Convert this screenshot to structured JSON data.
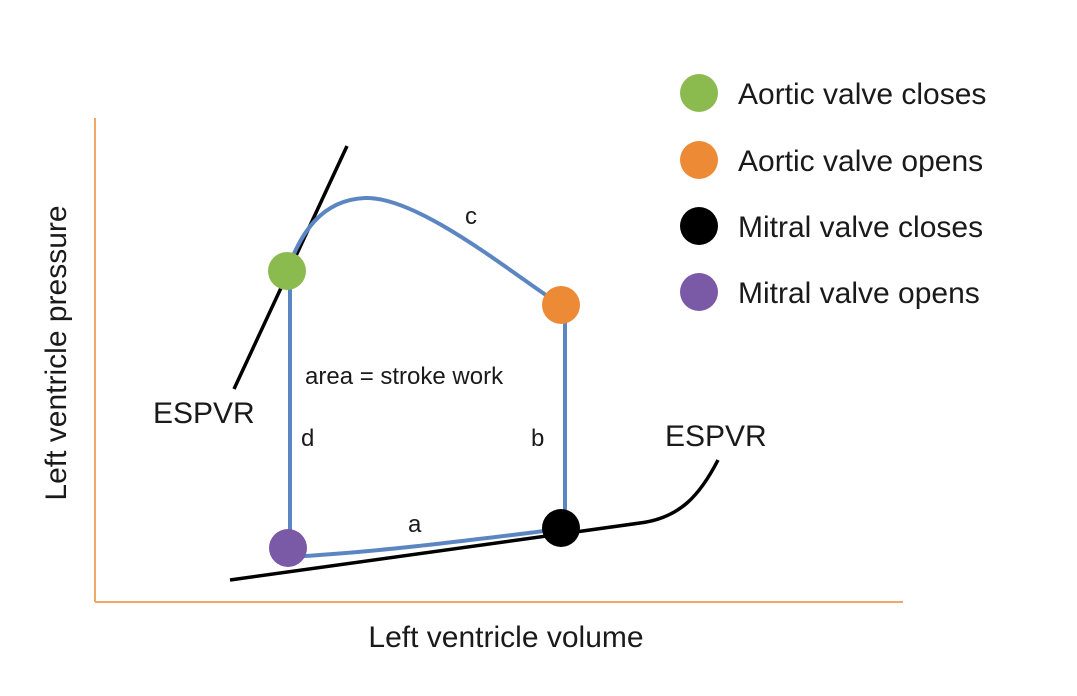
{
  "axes": {
    "x_label": "Left ventricle volume",
    "y_label": "Left ventricle pressure",
    "color": "#f0a868"
  },
  "loop": {
    "color": "#5b86c2",
    "segments": {
      "a": "a",
      "b": "b",
      "c": "c",
      "d": "d"
    },
    "area_label": "area = stroke work"
  },
  "relations": {
    "upper_label": "ESPVR",
    "lower_label": "ESPVR",
    "color": "#000000"
  },
  "legend": {
    "items": [
      {
        "label": "Aortic valve closes",
        "color": "#8bbb4f"
      },
      {
        "label": "Aortic valve opens",
        "color": "#ec8a35"
      },
      {
        "label": "Mitral valve closes",
        "color": "#000000"
      },
      {
        "label": "Mitral valve opens",
        "color": "#7a5aa6"
      }
    ]
  }
}
